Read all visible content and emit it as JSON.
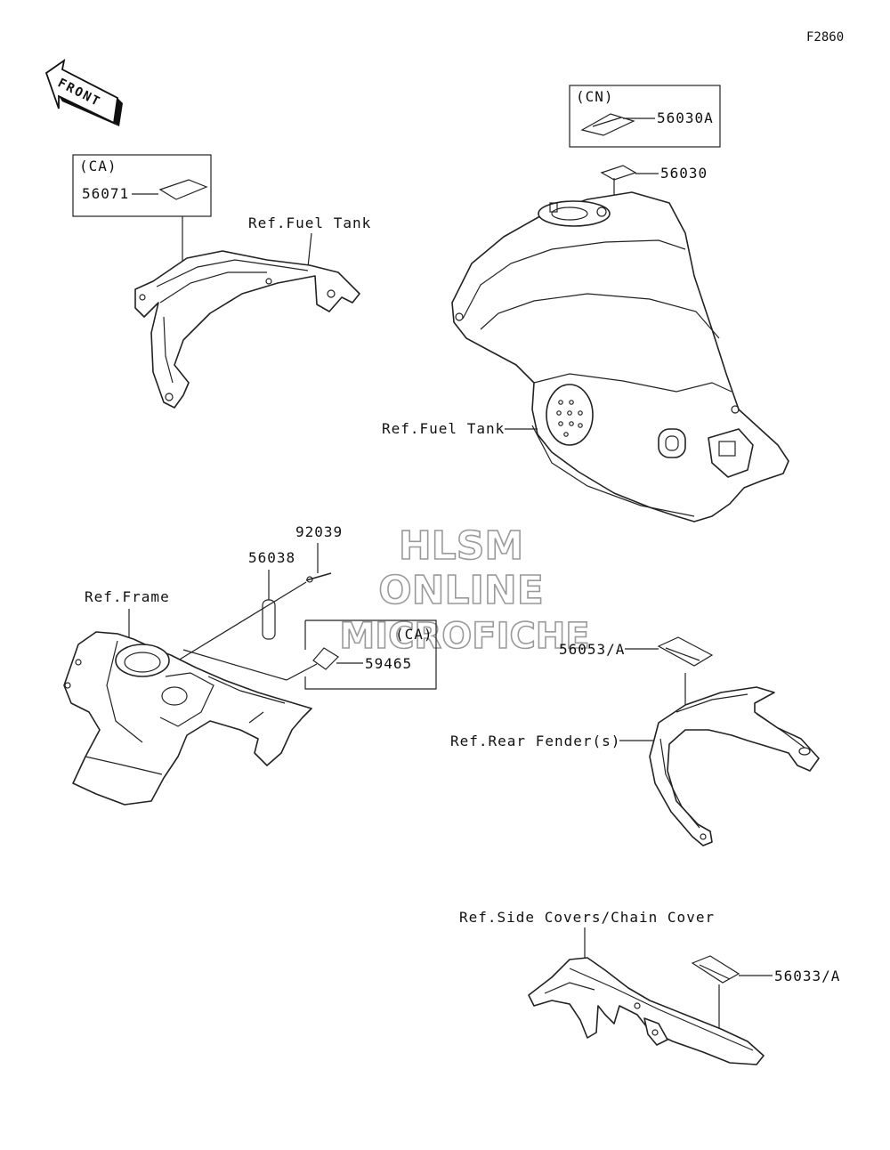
{
  "figure_code": "F2860",
  "front_label": "FRONT",
  "watermark": [
    "HLSM",
    "ONLINE",
    "MICROFICHE"
  ],
  "boxes": {
    "ca_top": {
      "tag": "(CA)",
      "part": "56071"
    },
    "cn": {
      "tag": "(CN)",
      "part": "56030A"
    },
    "ca_mid": {
      "tag": "(CA)",
      "part": "59465"
    }
  },
  "parts": [
    "56030",
    "92039",
    "56038",
    "56053/A",
    "56033/A"
  ],
  "refs": {
    "fuel_tank_top": "Ref.Fuel Tank",
    "fuel_tank_mid": "Ref.Fuel Tank",
    "frame": "Ref.Frame",
    "rear_fender": "Ref.Rear Fender(s)",
    "side_covers": "Ref.Side Covers/Chain Cover"
  }
}
